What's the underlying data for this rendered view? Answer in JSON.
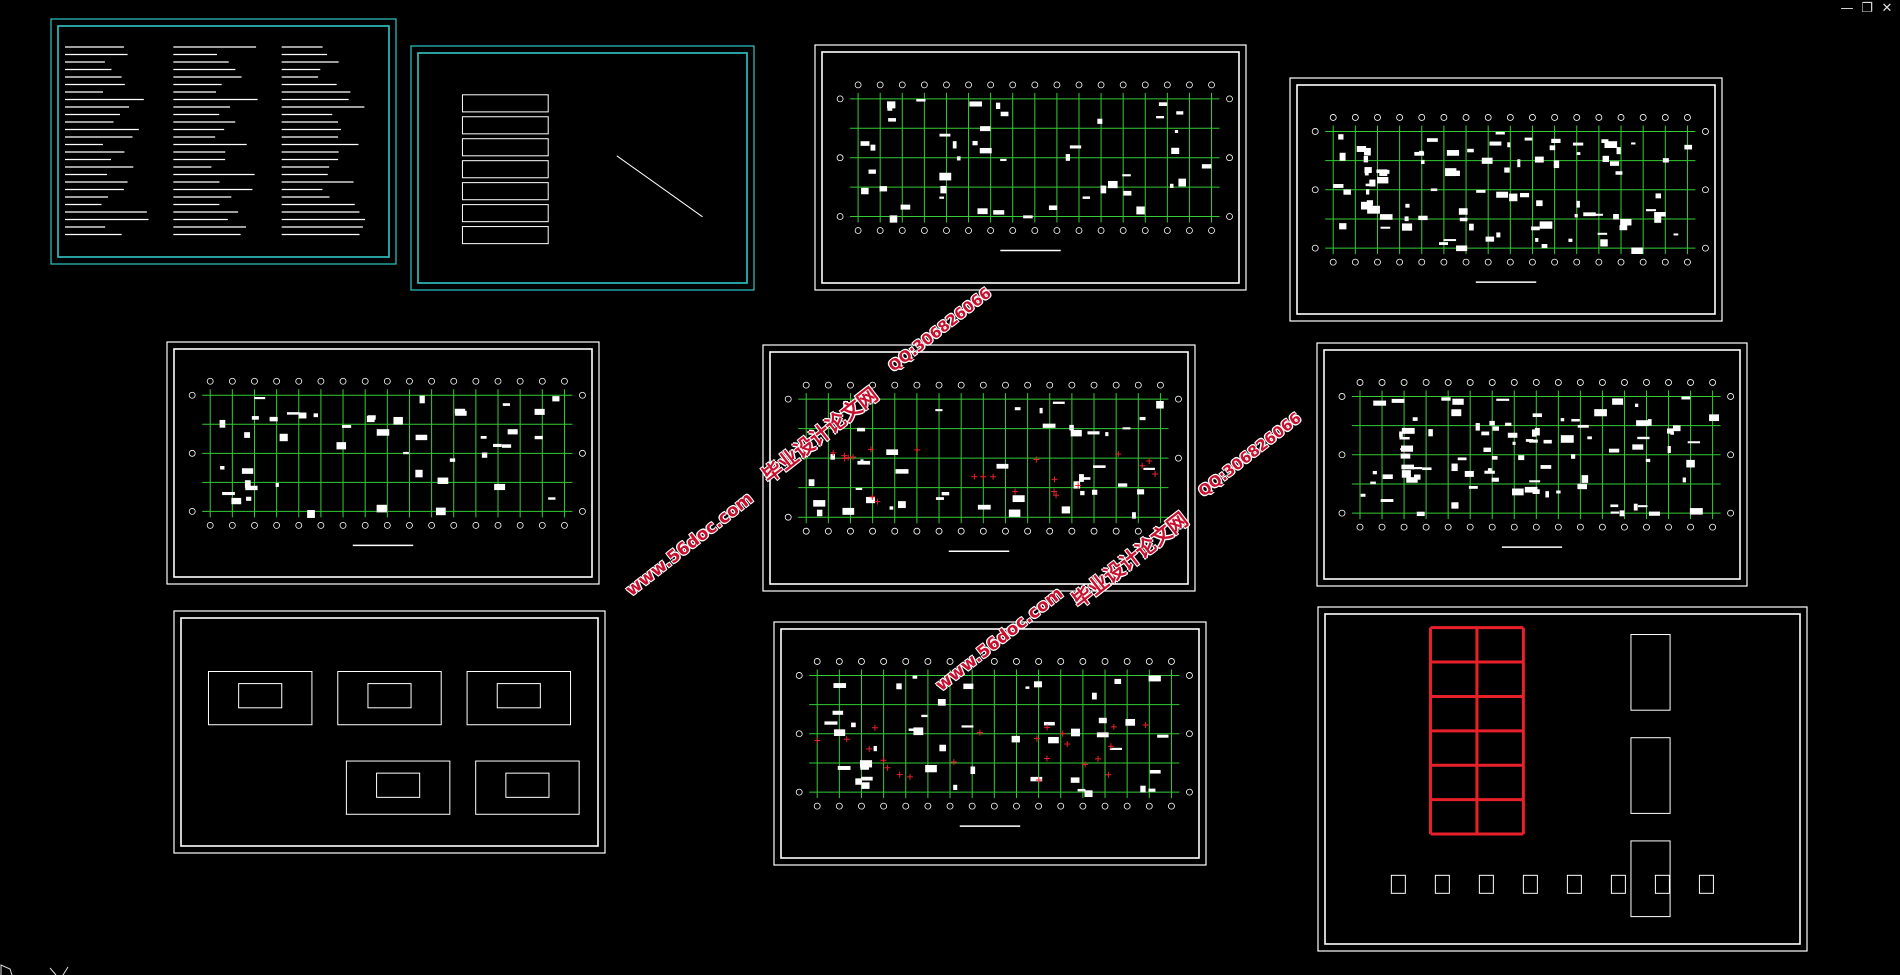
{
  "window": {
    "controls": {
      "minimize": "—",
      "restore": "❐",
      "close": "✕"
    }
  },
  "colors": {
    "background": "#000000",
    "frame": "#ffffff",
    "frame_alt": "#2fc7c7",
    "grid": "#33cc33",
    "highlight": "#e8202a",
    "watermark": "#c8102e"
  },
  "sheets": [
    {
      "id": "s1",
      "kind": "notes",
      "framed": "cyan"
    },
    {
      "id": "s2",
      "kind": "stair",
      "framed": "cyan"
    },
    {
      "id": "s3",
      "kind": "column-plan",
      "framed": "white"
    },
    {
      "id": "s4",
      "kind": "slab-plan",
      "framed": "white"
    },
    {
      "id": "s5",
      "kind": "foundation-plan",
      "framed": "white"
    },
    {
      "id": "s6",
      "kind": "beam-plan",
      "framed": "white"
    },
    {
      "id": "s7",
      "kind": "slab-plan",
      "framed": "white"
    },
    {
      "id": "s8",
      "kind": "foundation-details",
      "framed": "white"
    },
    {
      "id": "s9",
      "kind": "beam-plan",
      "framed": "white"
    },
    {
      "id": "s10",
      "kind": "frame-elevation",
      "framed": "white"
    }
  ],
  "watermarks": [
    {
      "site": "毕业设计论文网",
      "url": "www.56doc.com",
      "qq": "QQ:306826066"
    },
    {
      "site": "毕业设计论文网",
      "url": "www.56doc.com",
      "qq": "QQ:306826066"
    }
  ]
}
